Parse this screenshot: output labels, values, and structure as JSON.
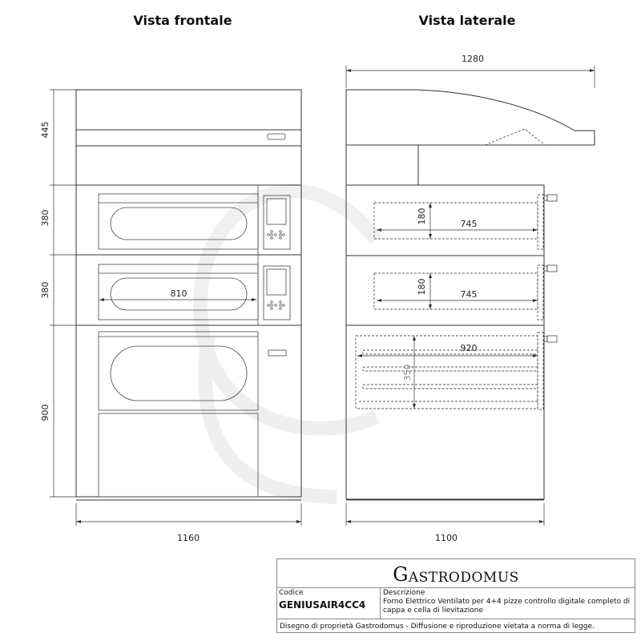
{
  "titles": {
    "front": "Vista frontale",
    "side": "Vista laterale"
  },
  "front_dims": {
    "hood_height": "445",
    "deck1_height": "380",
    "deck2_height": "380",
    "cell_height": "900",
    "total_width": "1160",
    "chamber_width": "810"
  },
  "side_dims": {
    "total_depth": "1280",
    "body_depth": "1100",
    "deck1_height": "180",
    "deck1_depth": "745",
    "deck2_height": "180",
    "deck2_depth": "745",
    "cell_depth": "920",
    "cell_height": "350"
  },
  "title_block": {
    "logo_initial": "G",
    "logo_rest": "ASTRODOMUS",
    "logo_full": "Gastrodomus",
    "code_label": "Codice",
    "code": "GENIUSAIR4CC4",
    "description_label": "Descrizione",
    "description": "Forno Elettrico Ventilato per 4+4 pizze controllo digitale completo di cappa e cella di lievitazione",
    "footer": "Disegno di proprietà Gastrodomus - Diffusione e riproduzione vietata a norma di legge."
  }
}
